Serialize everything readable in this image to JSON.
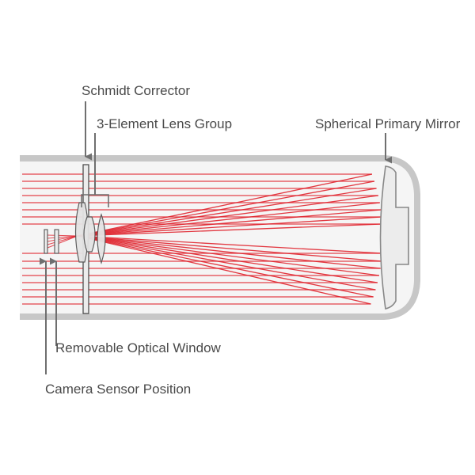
{
  "labels": {
    "schmidt_corrector": "Schmidt Corrector",
    "lens_group": "3-Element Lens Group",
    "primary_mirror": "Spherical Primary Mirror",
    "optical_window": "Removable Optical Window",
    "camera_sensor": "Camera Sensor Position"
  },
  "colors": {
    "ray": "#e0232e",
    "tube_outline": "#c7c7c7",
    "tube_fill": "#f5f5f5",
    "mirror_fill": "#ececec",
    "mirror_stroke": "#888888",
    "pointer": "#6f6f6f",
    "text": "#4a4a4a"
  }
}
